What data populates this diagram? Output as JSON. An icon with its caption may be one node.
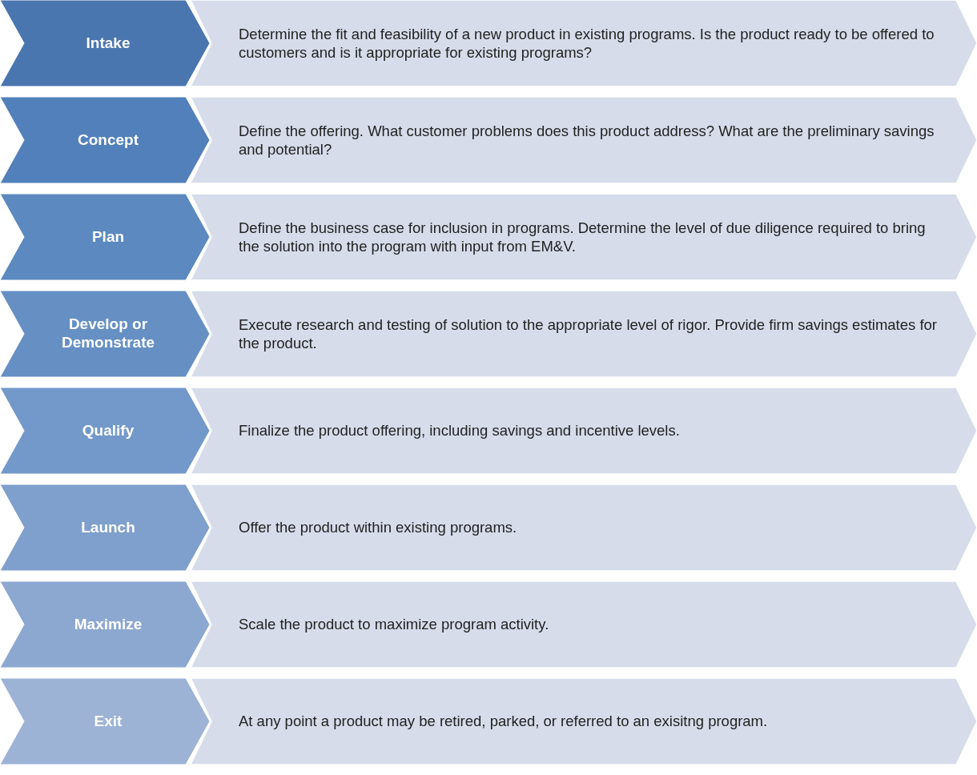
{
  "diagram": {
    "nodes": [
      {
        "text": [
          "Intake"
        ]
      },
      {
        "text": [
          "Determine the fit and feasibility of a new product in existing programs. Is the product ready to be offered to customers and is it appropriate for existing programs?"
        ]
      },
      {
        "text": [
          "Concept"
        ]
      },
      {
        "text": [
          "Define the offering. What customer problems does this product address? What are the preliminary savings and potential?"
        ]
      },
      {
        "text": [
          "Plan"
        ]
      },
      {
        "text": [
          "Define the business case for inclusion in programs. Determine the level of due diligence required to bring the solution into the program with input from EM&V."
        ]
      },
      {
        "text": [
          "Develop or Demonstrate"
        ]
      },
      {
        "text": [
          "Execute research and testing of solution to the appropriate level of rigor. Provide firm savings estimates for the product."
        ]
      },
      {
        "text": [
          "Qualify"
        ]
      },
      {
        "text": [
          "Finalize the product offering, including savings and incentive levels."
        ]
      },
      {
        "text": [
          "Launch"
        ]
      },
      {
        "text": [
          "Offer the product within existing programs."
        ]
      },
      {
        "text": [
          "Maximize"
        ]
      },
      {
        "text": [
          "Scale the product to maximize program activity."
        ]
      },
      {
        "text": [
          "Exit"
        ]
      },
      {
        "text": [
          "At any point a product may be retired, parked, or referred to an exisitng program."
        ]
      }
    ]
  }
}
